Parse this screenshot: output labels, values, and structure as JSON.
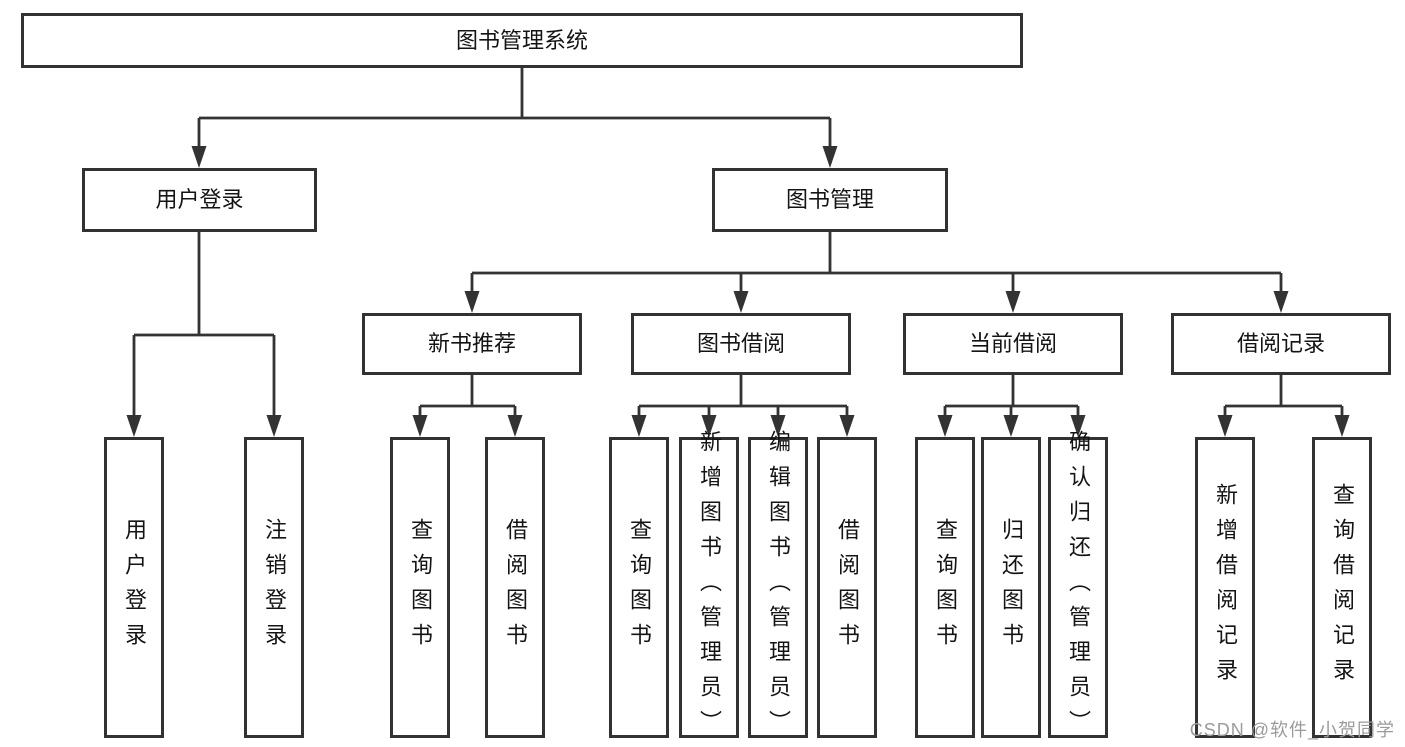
{
  "nodes": {
    "root": {
      "label": "图书管理系统"
    },
    "user_login": {
      "label": "用户登录"
    },
    "book_management": {
      "label": "图书管理"
    },
    "new_book_recommend": {
      "label": "新书推荐"
    },
    "book_borrowing": {
      "label": "图书借阅"
    },
    "current_borrowing": {
      "label": "当前借阅"
    },
    "borrow_records": {
      "label": "借阅记录"
    },
    "leaves": {
      "user_login": {
        "label": "用户登录"
      },
      "logout_login": {
        "label": "注销登录"
      },
      "query_books_recommend": {
        "label": "查询图书"
      },
      "borrow_books_recommend": {
        "label": "借阅图书"
      },
      "query_books_borrowing": {
        "label": "查询图书"
      },
      "add_books_admin": {
        "label": "新增图书（管理员）"
      },
      "edit_books_admin": {
        "label": "编辑图书（管理员）"
      },
      "borrow_books_borrowing": {
        "label": "借阅图书"
      },
      "query_books_current": {
        "label": "查询图书"
      },
      "return_books": {
        "label": "归还图书"
      },
      "confirm_return_admin": {
        "label": "确认归还（管理员）"
      },
      "add_borrow_record": {
        "label": "新增借阅记录"
      },
      "query_borrow_record": {
        "label": "查询借阅记录"
      }
    }
  },
  "watermark": "CSDN @软件_小贺同学",
  "colors": {
    "line": "#333333",
    "box_border": "#323232",
    "box_background": "#ffffff",
    "text": "#141414",
    "watermark": "#9b9b9b",
    "page_background": "#ffffff"
  }
}
